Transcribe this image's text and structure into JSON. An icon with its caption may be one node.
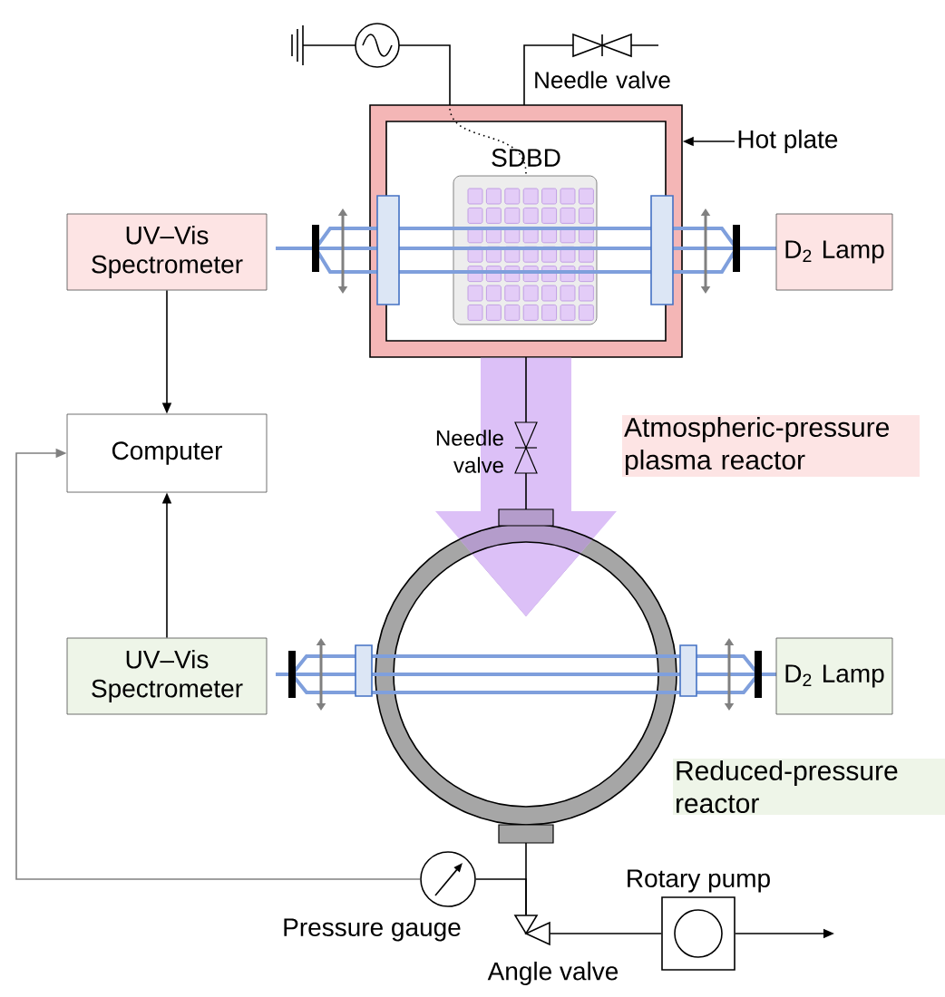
{
  "diagram": {
    "nodes": [
      {
        "text": [
          "UV–Vis Spectrometer"
        ]
      },
      {
        "text": [
          "D$_{2}$ Lamp"
        ]
      },
      {
        "text": [
          "Computer"
        ]
      },
      {
        "text": [
          "UV–Vis Spectrometer"
        ]
      },
      {
        "text": [
          "D$_{2}$ Lamp"
        ]
      },
      {
        "text": [],
        "shape": "box"
      },
      {
        "text": [
          "Hot plate"
        ]
      },
      {
        "text": [],
        "shape": "circle"
      },
      {
        "text": [],
        "shape": "circle",
        "beside": [
          "Pressure gauge"
        ]
      },
      {
        "text": [],
        "shape": "valve",
        "beside": [
          "Angle valve"
        ]
      },
      {
        "text": [],
        "shape": "box",
        "beside": [
          "Rotary pump"
        ]
      }
    ],
    "edges": [
      {
        "from": 0,
        "to": 2,
        "arrow": "to"
      },
      {
        "from": 3,
        "to": 2,
        "arrow": "to"
      },
      {
        "from": 8,
        "to": 2,
        "arrow": "to",
        "color": "#808080"
      },
      {
        "from": 6,
        "to": 5,
        "arrow": "to"
      },
      {
        "from": 5,
        "to": 7,
        "arrow": "to",
        "style": "thick",
        "color": "#dcc0f7"
      },
      {
        "from": 7,
        "to": 9,
        "arrow": "none"
      },
      {
        "from": 8,
        "to": 9,
        "arrow": "none"
      },
      {
        "from": 10,
        "to": 9,
        "arrow": "none"
      },
      {
        "from": 10,
        "to": null,
        "arrow": "to"
      }
    ],
    "labels": [
      "Needle valve",
      "SDBD",
      "Needle valve",
      "Atmospheric-pressure plasma reactor",
      "Reduced-pressure reactor"
    ]
  }
}
